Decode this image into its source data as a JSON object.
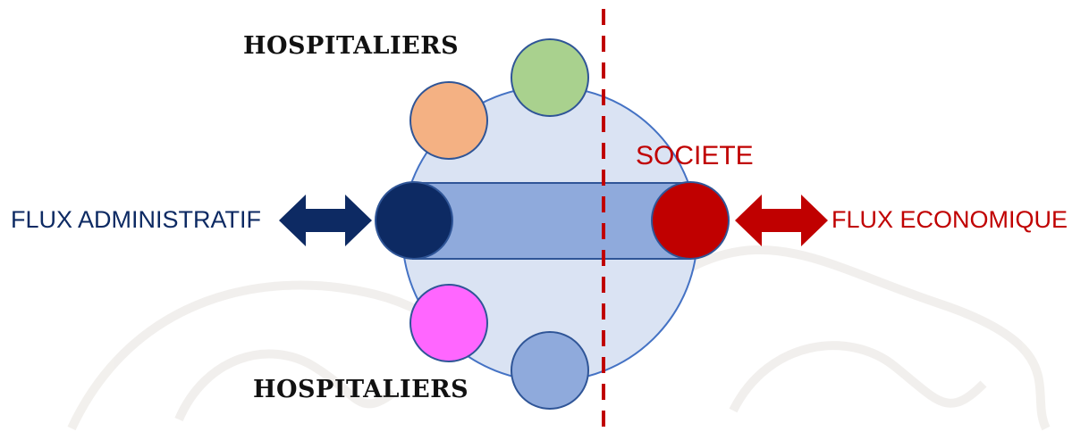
{
  "labels": {
    "hospitaliers_top": "HOSPITALIERS",
    "hospitaliers_bottom": "HOSPITALIERS",
    "flux_administratif": "FLUX ADMINISTRATIF",
    "flux_economique": "FLUX ECONOMIQUE",
    "societe": "SOCIETE"
  },
  "colors": {
    "navy": "#0d2a63",
    "red": "#c00000",
    "big_circle": "#dae3f3",
    "bar": "#8faadc",
    "orange": "#f4b183",
    "green": "#a9d18e",
    "pink": "#ff66ff",
    "blue": "#8faadc"
  }
}
